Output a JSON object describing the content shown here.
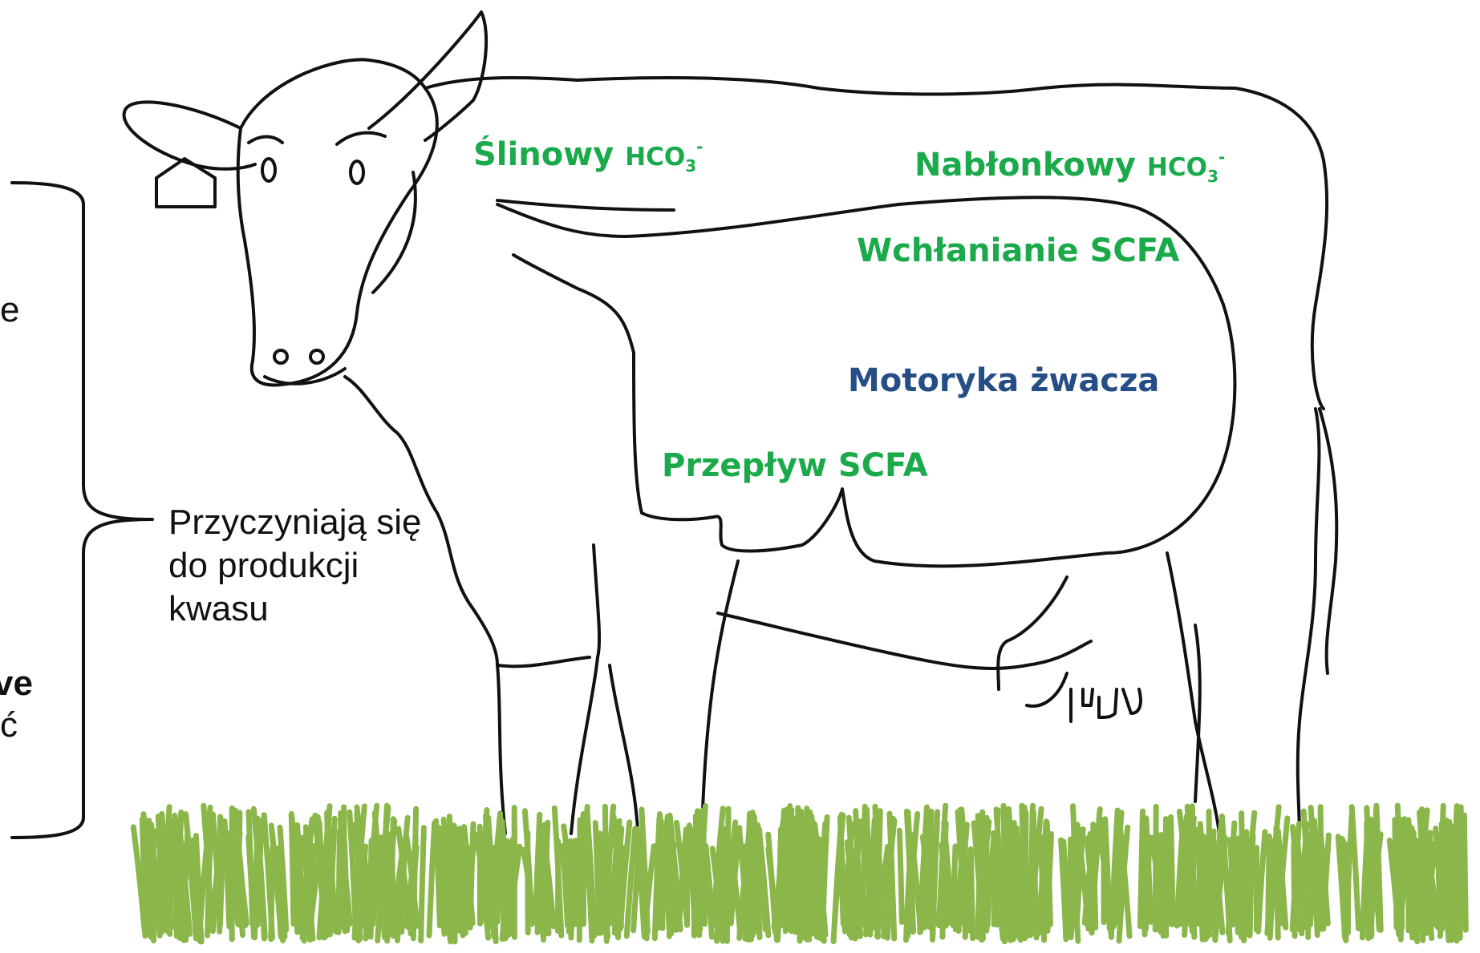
{
  "labels": {
    "salivary": {
      "text": "Ślinowy",
      "ion": "HCO",
      "ion_sub": "3",
      "ion_sup": "-"
    },
    "epithelial": {
      "text": "Nabłonkowy",
      "ion": "HCO",
      "ion_sub": "3",
      "ion_sup": "-"
    },
    "absorption": "Wchłanianie SCFA",
    "motility": "Motoryka żwacza",
    "flow": "Przepływ SCFA"
  },
  "contribute_note": [
    "Przyczyniają się",
    "do produkcji",
    "kwasu"
  ],
  "clipped_left": {
    "frag1": "e",
    "frag2": "ve",
    "frag3": "ć"
  },
  "colors": {
    "green_label": "#1aaa4a",
    "blue_label": "#254d86",
    "grass": "#8ab64a",
    "outline": "#111111"
  }
}
